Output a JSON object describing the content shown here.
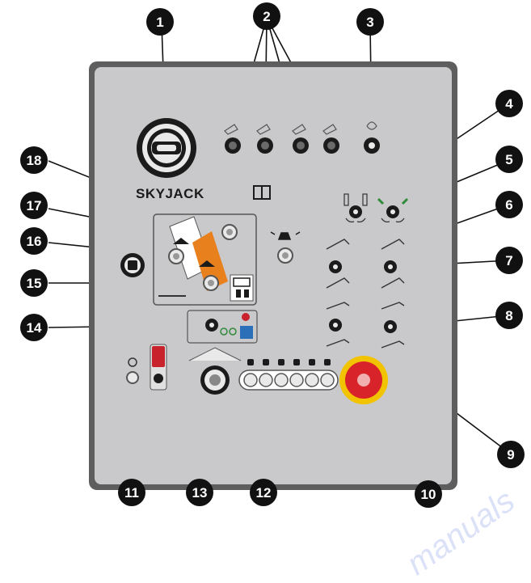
{
  "panel": {
    "brand": "SKYJACK",
    "colors": {
      "panel": "#c9c9cb",
      "panel_border": "#5a5a5a",
      "callout": "#111111",
      "orange": "#e8801e",
      "estop_red": "#d9232a",
      "estop_yellow": "#f2c300",
      "toggle_red": "#c8232c",
      "blue_icon": "#2a6fb8"
    }
  },
  "callouts": [
    "1",
    "2",
    "3",
    "4",
    "5",
    "6",
    "7",
    "8",
    "9",
    "10",
    "11",
    "12",
    "13",
    "14",
    "15",
    "16",
    "17",
    "18"
  ],
  "components": [
    {
      "id": "key-switch",
      "callout": "1"
    },
    {
      "id": "switches-row",
      "callout": "2"
    },
    {
      "id": "single-switch",
      "callout": "3"
    },
    {
      "id": "steer-switch-a",
      "callout": "4"
    },
    {
      "id": "steer-switch-b",
      "callout": "5"
    },
    {
      "id": "lift-switch-a",
      "callout": "6"
    },
    {
      "id": "lift-switch-b",
      "callout": "7"
    },
    {
      "id": "drive-switch-b",
      "callout": "8"
    },
    {
      "id": "drive-switch-a",
      "callout": "9"
    },
    {
      "id": "emergency-stop",
      "callout": "10"
    },
    {
      "id": "red-toggle",
      "callout": "11"
    },
    {
      "id": "main-selector",
      "callout": "12"
    },
    {
      "id": "selector-knob",
      "callout": "13"
    },
    {
      "id": "mode-switch",
      "callout": "14"
    },
    {
      "id": "tilt-button",
      "callout": "15"
    },
    {
      "id": "level-button-a",
      "callout": "16"
    },
    {
      "id": "alarm-button",
      "callout": "17"
    },
    {
      "id": "level-button-b",
      "callout": "18"
    }
  ],
  "watermark": "manuals"
}
